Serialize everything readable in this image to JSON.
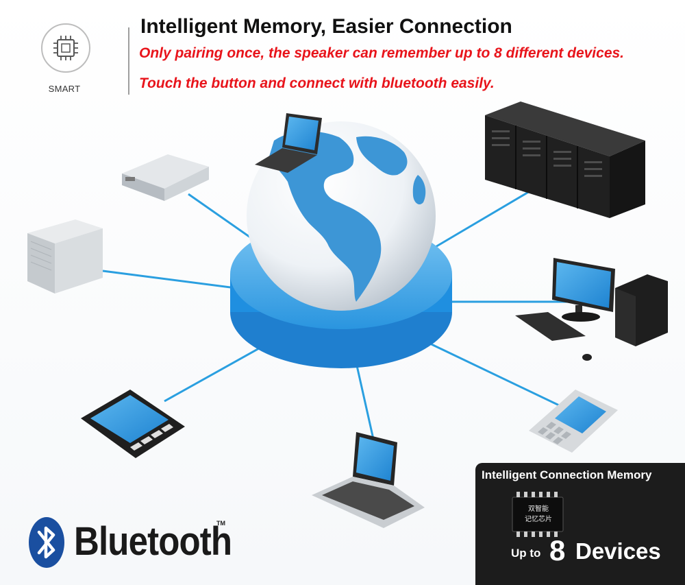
{
  "header": {
    "headline": "Intelligent Memory, Easier Connection",
    "line1": "Only pairing once, the speaker can remember up to 8 different devices.",
    "line2": "Touch the button and connect with bluetooth easily."
  },
  "smart_badge": {
    "label": "SMART",
    "icon": "chip-icon"
  },
  "bluetooth": {
    "word": "Bluetooth",
    "tm": "TM",
    "icon": "bluetooth-icon"
  },
  "memory_box": {
    "title": "Intelligent Connection Memory",
    "chip_line1": "双智能",
    "chip_line2": "记忆芯片",
    "up_to": "Up to",
    "count": "8",
    "unit": "Devices"
  },
  "colors": {
    "accent_red": "#e8141b",
    "cable_blue": "#2a9fe0",
    "ocean_blue": "#3d96d6",
    "platform_blue": "#1f8fe0",
    "box_bg": "#1c1c1c"
  },
  "devices": [
    "laptop-top",
    "router",
    "server-rack",
    "tower-server",
    "desktop-pc",
    "tablet",
    "laptop-bottom",
    "mobile-phone"
  ]
}
